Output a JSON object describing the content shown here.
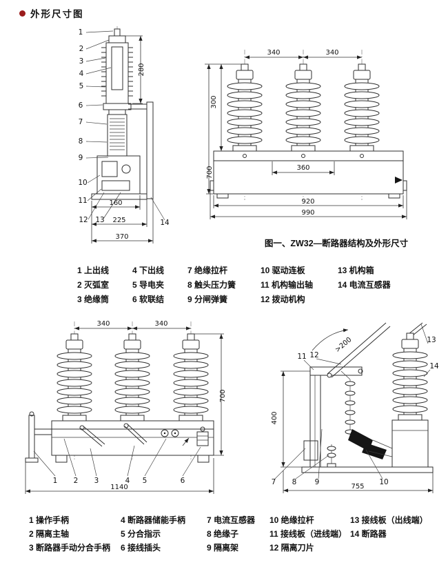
{
  "page": {
    "title": "外形尺寸图"
  },
  "colors": {
    "bullet": "#9b1c1c",
    "line": "#2e2e2e"
  },
  "fig1": {
    "caption": "图一、ZW32—断路器结构及外形尺寸",
    "side": {
      "callouts": [
        "1",
        "2",
        "3",
        "4",
        "5",
        "6",
        "7",
        "8",
        "9",
        "10",
        "11",
        "12",
        "13",
        "14"
      ],
      "dims": {
        "height": "280",
        "w1": "160",
        "w2": "225",
        "w3": "370"
      }
    },
    "front": {
      "dims": {
        "span1": "340",
        "span2": "340",
        "upper": "300",
        "total": "700",
        "inner": "360",
        "frame_width": "920",
        "overall_width": "990"
      }
    },
    "legend": [
      [
        "1 上出线",
        "4 下出线",
        "7 绝缘拉杆",
        "10 驱动连板",
        "13 机构箱"
      ],
      [
        "2 灭弧室",
        "5 导电夹",
        "8 触头压力簧",
        "11 机构输出轴",
        "14 电流互感器"
      ],
      [
        "3 绝缘筒",
        "6 软联结",
        "9 分闸弹簧",
        "12 拨动机构",
        ""
      ]
    ]
  },
  "fig2": {
    "front": {
      "callouts": [
        "1",
        "2",
        "3",
        "4",
        "5",
        "6"
      ],
      "dims": {
        "span1": "340",
        "span2": "340",
        "total": "700",
        "overall_width": "1140"
      }
    },
    "side": {
      "callouts": [
        "7",
        "8",
        "9",
        "10",
        "11",
        "12",
        "13",
        "14"
      ],
      "dims": {
        "height": "400",
        "gap": ">200",
        "overall_width": "755"
      }
    },
    "legend": [
      [
        "1 操作手柄",
        "4 断路器储能手柄",
        "7 电流互感器",
        "10 绝缘拉杆",
        "13 接线板（出线端）"
      ],
      [
        "2 隔离主轴",
        "5 分合指示",
        "8 绝缘子",
        "11 接线板（进线端）",
        "14 断路器"
      ],
      [
        "3 断路器手动分合手柄",
        "6 接线插头",
        "9 隔离架",
        "12 隔离刀片",
        ""
      ]
    ]
  }
}
